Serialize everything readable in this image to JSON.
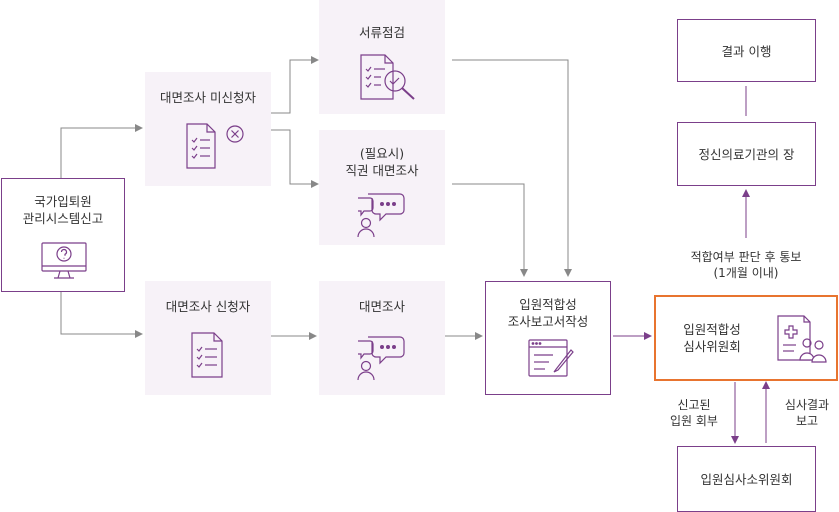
{
  "nodes": {
    "report": {
      "line1": "국가입퇴원",
      "line2": "관리시스템신고"
    },
    "not_requested": {
      "label": "대면조사 미신청자"
    },
    "requested": {
      "label": "대면조사 신청자"
    },
    "document_check": {
      "label": "서류점검"
    },
    "ex_officio": {
      "line1": "(필요시)",
      "line2": "직권 대면조사"
    },
    "interview": {
      "label": "대면조사"
    },
    "report_writing": {
      "line1": "입원적합성",
      "line2": "조사보고서작성"
    },
    "committee": {
      "line1": "입원적합성",
      "line2": "심사위원회"
    },
    "sub_committee": {
      "label": "입원심사소위원회"
    },
    "institution_head": {
      "label": "정신의료기관의 장"
    },
    "follow_result": {
      "label": "결과 이행"
    }
  },
  "edge_labels": {
    "notify": {
      "line1": "적합여부 판단 후 통보",
      "line2": "(1개월 이내)"
    },
    "refer": {
      "line1": "신고된",
      "line2": "입원 회부"
    },
    "review_report": {
      "line1": "심사결과",
      "line2": "보고"
    }
  },
  "icons": {
    "report": "monitor-question-icon",
    "not_requested": "document-x-icon",
    "requested": "document-checklist-icon",
    "document_check": "checklist-magnifier-icon",
    "ex_officio": "person-speech-icon",
    "interview": "person-speech-icon",
    "report_writing": "form-pen-icon",
    "committee": "medical-people-icon"
  },
  "colors": {
    "accent": "#7b3f8a",
    "highlight": "#e8742f",
    "fill": "#f7f2f8",
    "line": "#888888"
  }
}
